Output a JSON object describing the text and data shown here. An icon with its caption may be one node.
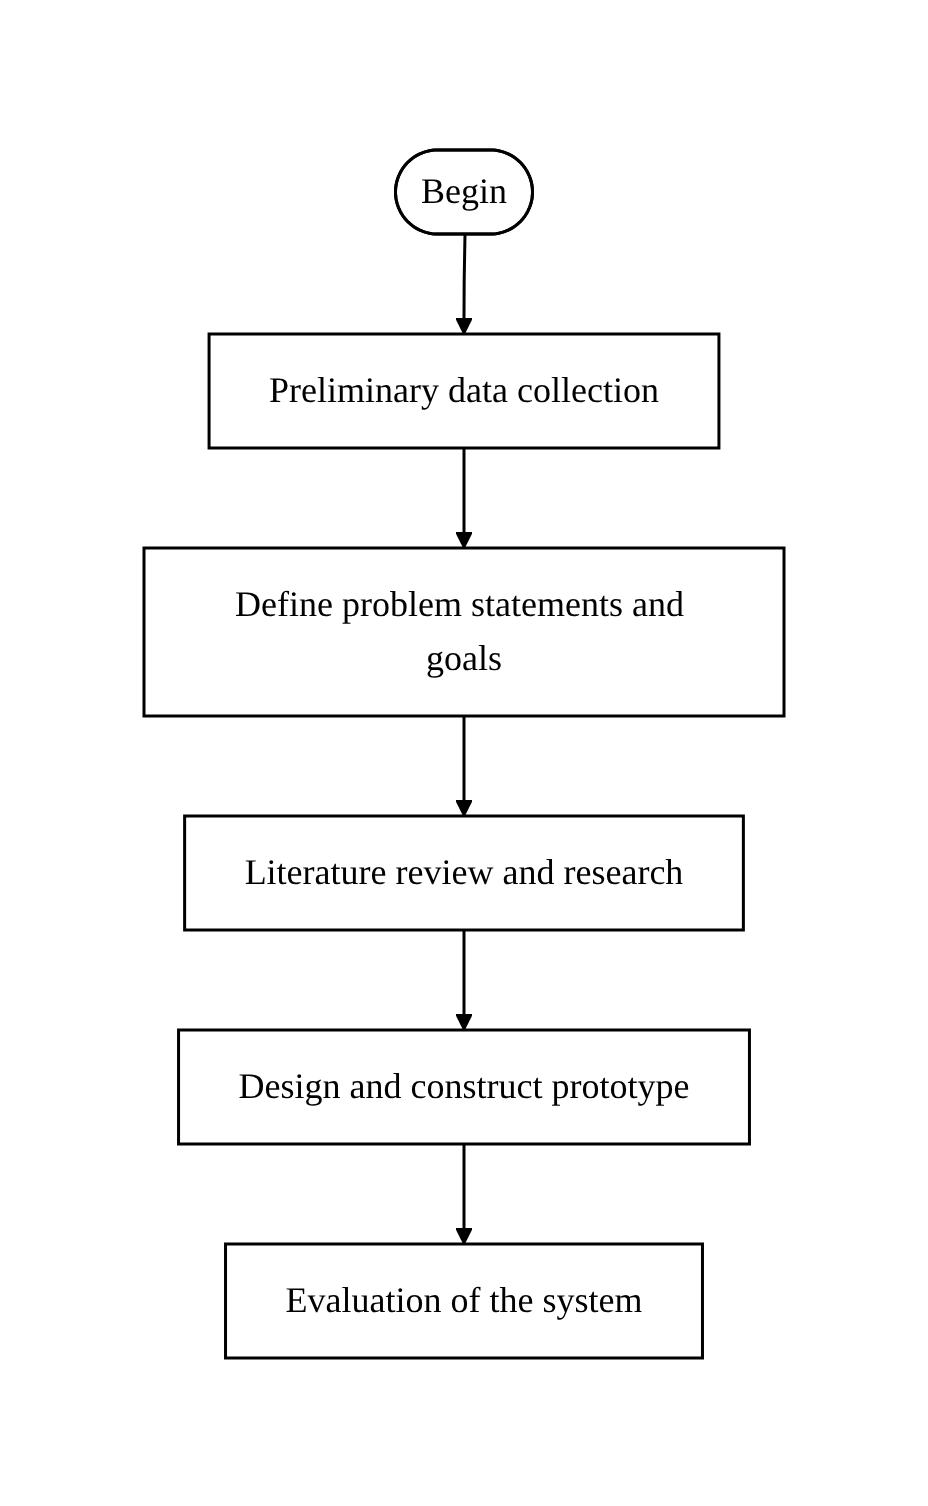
{
  "diagram": {
    "nodes": [
      {
        "text": [
          "Begin"
        ]
      },
      {
        "text": [
          "Preliminary data collection"
        ]
      },
      {
        "text": [
          "Define problem statements and goals"
        ]
      },
      {
        "text": [
          "Literature review and research"
        ]
      },
      {
        "text": [
          "Design and construct prototype"
        ]
      },
      {
        "text": [
          "Evaluation of the system"
        ]
      }
    ],
    "edges": [
      {
        "from": 0,
        "to": 1,
        "arrow": "to"
      },
      {
        "from": 1,
        "to": 2,
        "arrow": "to"
      },
      {
        "from": 2,
        "to": 3,
        "arrow": "to"
      },
      {
        "from": 3,
        "to": 4,
        "arrow": "to"
      },
      {
        "from": 4,
        "to": 5,
        "arrow": "to"
      }
    ]
  }
}
